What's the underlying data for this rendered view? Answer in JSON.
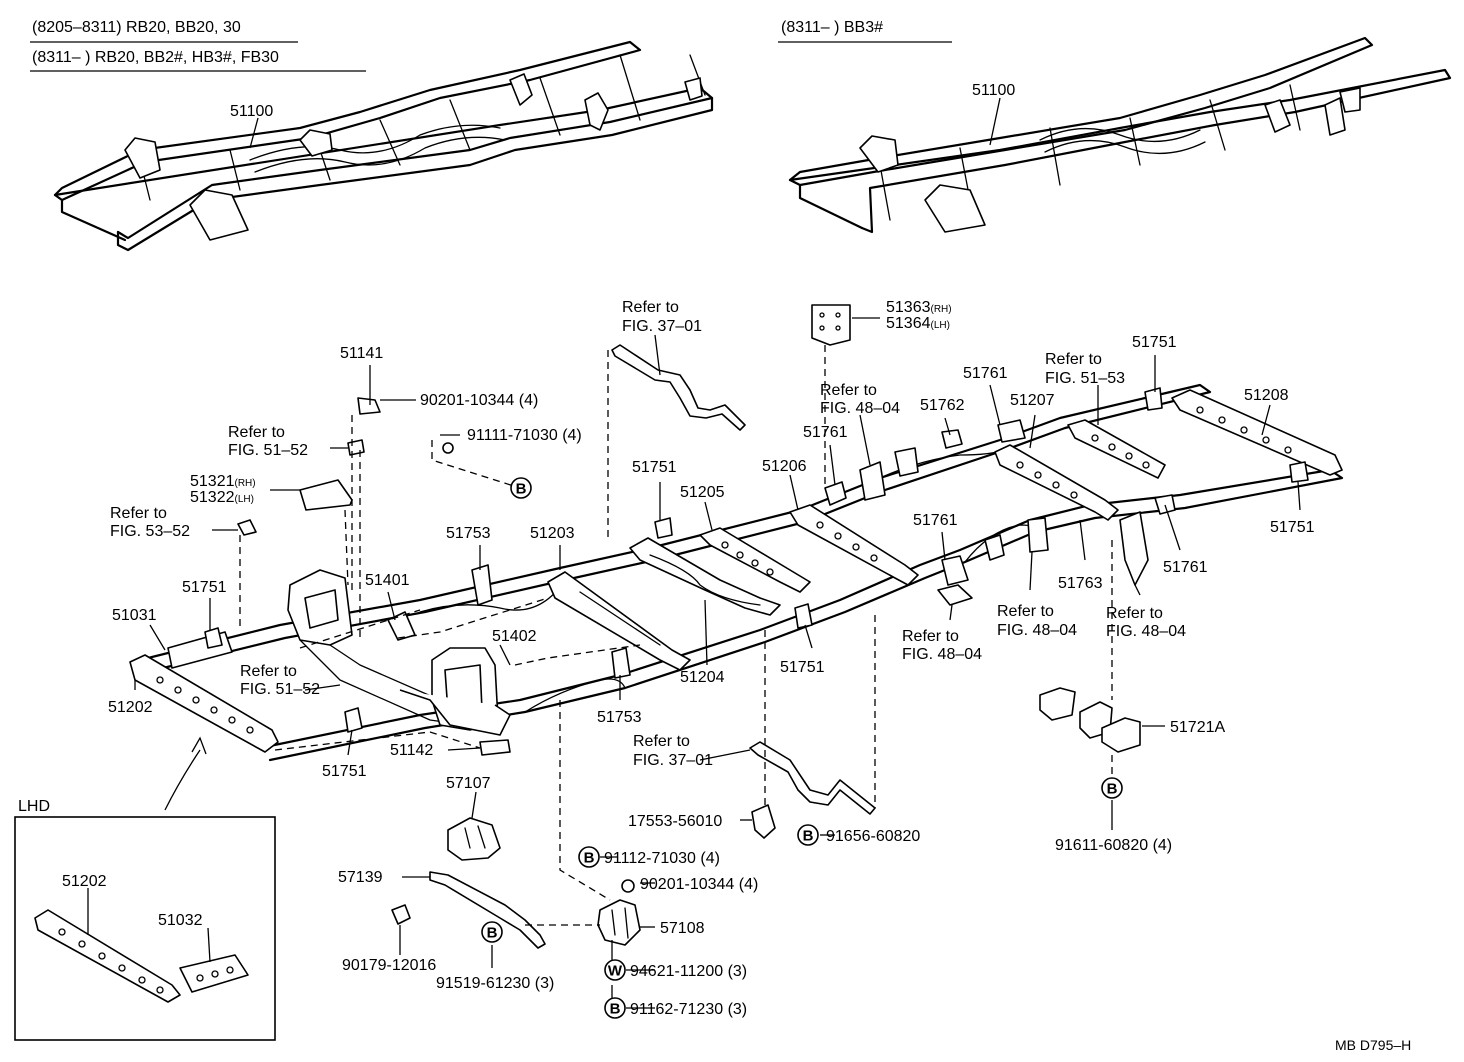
{
  "headers": {
    "left_line1": "(8205–8311) RB20, BB20, 30",
    "left_line2": "(8311–         ) RB20, BB2#, HB3#, FB30",
    "right_line1": "(8311–         ) BB3#"
  },
  "callouts": {
    "p51100_left": "51100",
    "p51100_right": "51100",
    "p51363": "51363",
    "p51363_suffix": "(RH)",
    "p51364": "51364",
    "p51364_suffix": "(LH)",
    "ref_37_01_top_a": "Refer to",
    "ref_37_01_top_b": "FIG. 37–01",
    "p51141": "51141",
    "p90201_top": "90201-10344 (4)",
    "p91111": "91111-71030 (4)",
    "ref_51_52_top_a": "Refer to",
    "ref_51_52_top_b": "FIG. 51–52",
    "p51321": "51321",
    "p51321_suffix": "(RH)",
    "p51322": "51322",
    "p51322_suffix": "(LH)",
    "ref_53_52_a": "Refer to",
    "ref_53_52_b": "FIG. 53–52",
    "p51751_a": "51751",
    "p51031": "51031",
    "p51202": "51202",
    "p51753_a": "51753",
    "p51203": "51203",
    "p51401": "51401",
    "ref_51_52_mid_a": "Refer to",
    "ref_51_52_mid_b": "FIG. 51–52",
    "p51402": "51402",
    "p51751_b": "51751",
    "p51142": "51142",
    "p51751_c": "51751",
    "p51205": "51205",
    "p51206": "51206",
    "p51204": "51204",
    "p51753_b": "51753",
    "p51751_d": "51751",
    "ref_48_04_a": "Refer to",
    "ref_48_04_b": "FIG. 48–04",
    "p51761_a": "51761",
    "p51762": "51762",
    "p51761_b": "51761",
    "p51207": "51207",
    "ref_51_53_a": "Refer to",
    "ref_51_53_b": "FIG. 51–53",
    "p51751_e": "51751",
    "p51208": "51208",
    "p51751_f": "51751",
    "p51761_c": "51761",
    "p51763": "51763",
    "p51761_d": "51761",
    "ref_48_04_c_a": "Refer to",
    "ref_48_04_c_b": "FIG. 48–04",
    "ref_48_04_d_a": "Refer to",
    "ref_48_04_d_b": "FIG. 48–04",
    "ref_48_04_e_a": "Refer to",
    "ref_48_04_e_b": "FIG. 48–04",
    "p51721A": "51721A",
    "p91611": "91611-60820 (4)",
    "ref_37_01_bot_a": "Refer to",
    "ref_37_01_bot_b": "FIG. 37–01",
    "p17553": "17553-56010",
    "p91656": "91656-60820",
    "p57107": "57107",
    "p91112": "91112-71030 (4)",
    "p90201_bot": "90201-10344 (4)",
    "p57139": "57139",
    "p57108": "57108",
    "p90179": "90179-12016",
    "p91519": "91519-61230 (3)",
    "p94621": "94621-11200 (3)",
    "p91162": "91162-71230 (3)",
    "lhd_title": "LHD",
    "lhd_51202": "51202",
    "lhd_51032": "51032"
  },
  "markers": {
    "bolt": "B",
    "washer": "W"
  },
  "footer": {
    "code": "MB D795–H"
  }
}
